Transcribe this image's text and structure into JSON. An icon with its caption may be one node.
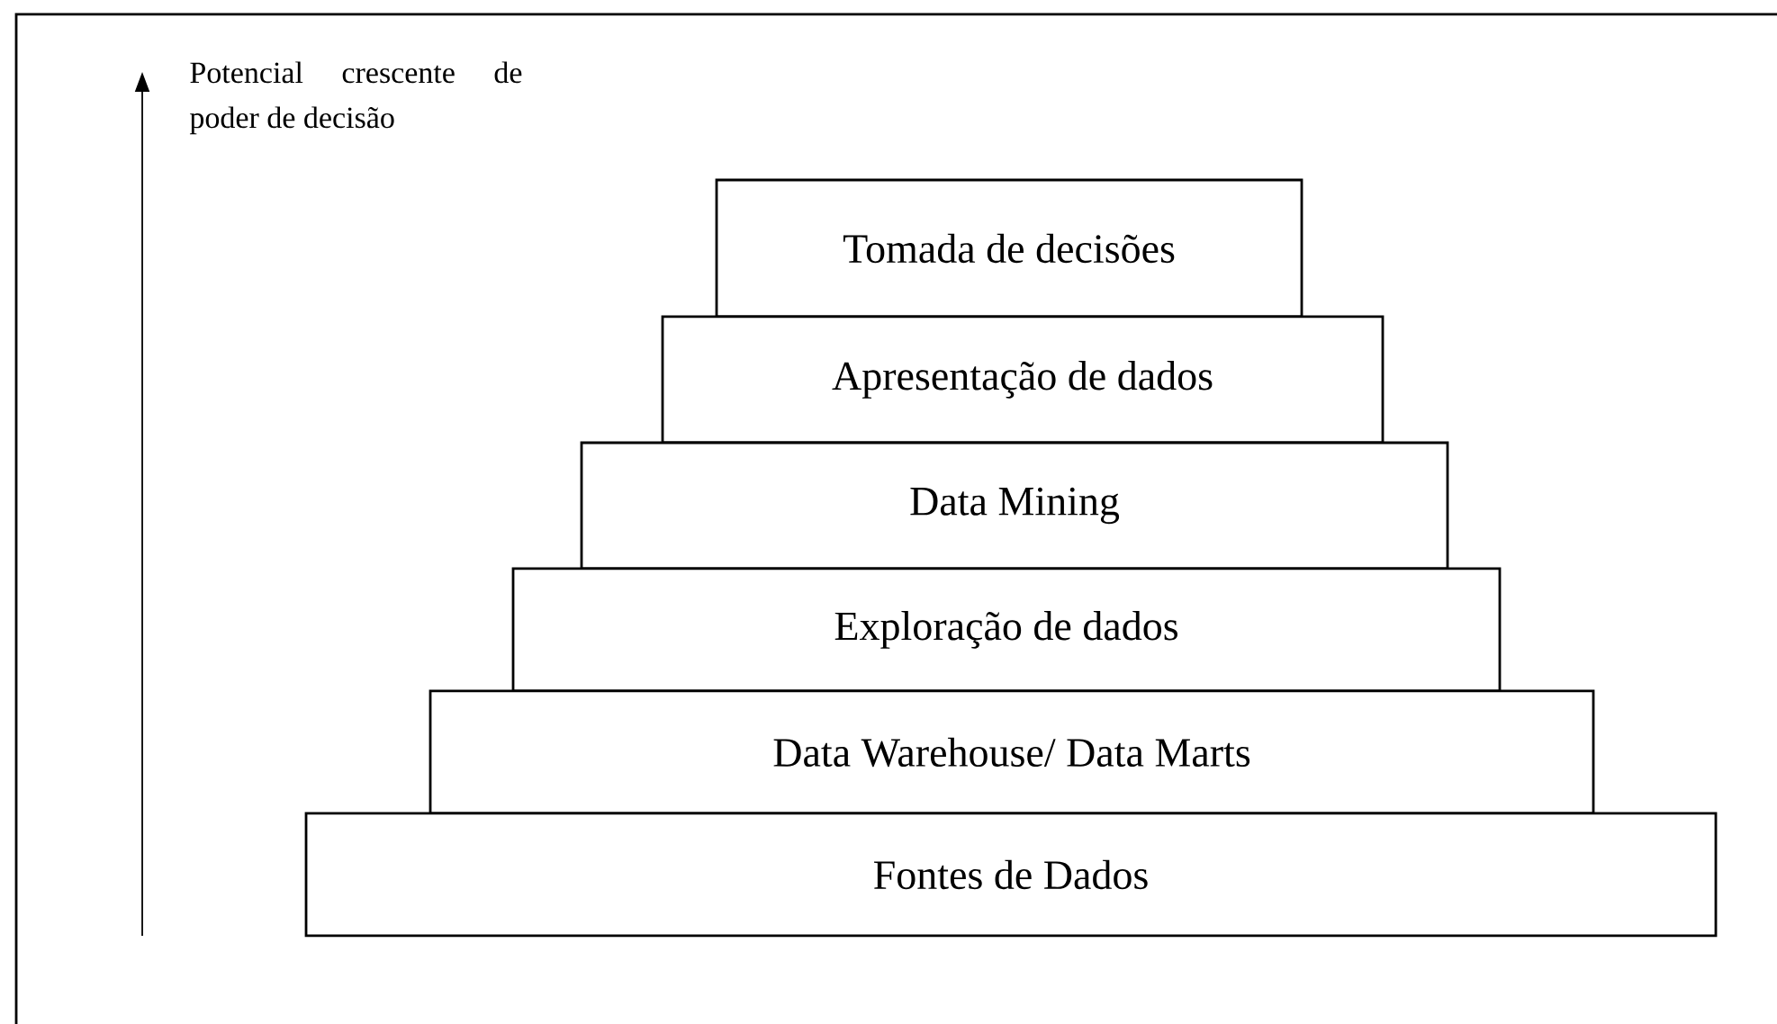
{
  "diagram": {
    "nodes": [
      {
        "text": [
          "Tomada de decisões"
        ]
      },
      {
        "text": [
          "Apresentação de dados"
        ]
      },
      {
        "text": [
          "Data Mining"
        ]
      },
      {
        "text": [
          "Exploração de dados"
        ]
      },
      {
        "text": [
          "Data Warehouse/ Data Marts"
        ]
      },
      {
        "text": [
          "Fontes de Dados"
        ]
      }
    ],
    "edges": [],
    "labels": [
      "Potencial crescente de poder de decisão"
    ]
  }
}
